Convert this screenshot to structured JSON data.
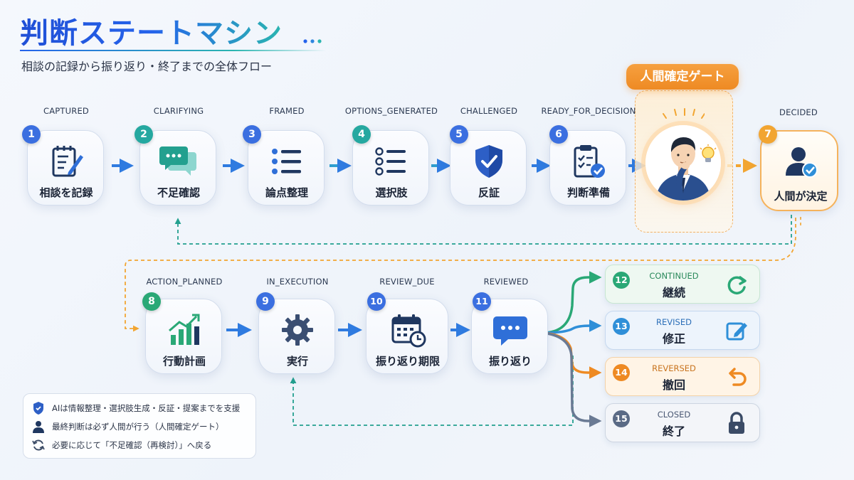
{
  "header": {
    "title": "判断ステートマシン",
    "subtitle": "相談の記録から振り返り・終了までの全体フロー"
  },
  "gate": {
    "title": "人間確定ゲート"
  },
  "states": [
    {
      "num": "1",
      "state": "CAPTURED",
      "label": "相談を記録",
      "icon": "notepad-pen-icon",
      "color": "#3b6fe0"
    },
    {
      "num": "2",
      "state": "CLARIFYING",
      "label": "不足確認",
      "icon": "chat-bubbles-icon",
      "color": "#25a8a0"
    },
    {
      "num": "3",
      "state": "FRAMED",
      "label": "論点整理",
      "icon": "bullet-list-icon",
      "color": "#3b6fe0"
    },
    {
      "num": "4",
      "state": "OPTIONS_GENERATED",
      "label": "選択肢",
      "icon": "options-list-icon",
      "color": "#25a8a0"
    },
    {
      "num": "5",
      "state": "CHALLENGED",
      "label": "反証",
      "icon": "shield-check-icon",
      "color": "#3b6fe0"
    },
    {
      "num": "6",
      "state": "READY_FOR_DECISION",
      "label": "判断準備",
      "icon": "clipboard-check-icon",
      "color": "#3b6fe0"
    },
    {
      "num": "7",
      "state": "DECIDED",
      "label": "人間が決定",
      "icon": "person-check-icon",
      "color": "#f2a531"
    },
    {
      "num": "8",
      "state": "ACTION_PLANNED",
      "label": "行動計画",
      "icon": "growth-chart-icon",
      "color": "#2aa876"
    },
    {
      "num": "9",
      "state": "IN_EXECUTION",
      "label": "実行",
      "icon": "gear-icon",
      "color": "#3b6fe0"
    },
    {
      "num": "10",
      "state": "REVIEW_DUE",
      "label": "振り返り期限",
      "icon": "calendar-clock-icon",
      "color": "#3b6fe0"
    },
    {
      "num": "11",
      "state": "REVIEWED",
      "label": "振り返り",
      "icon": "chat-dots-icon",
      "color": "#3b6fe0"
    }
  ],
  "outcomes": [
    {
      "num": "12",
      "state": "CONTINUED",
      "label": "継続",
      "icon": "refresh-icon",
      "color": "#2aa876",
      "bg": "#eef8f1",
      "state_color": "#2b8a5c"
    },
    {
      "num": "13",
      "state": "REVISED",
      "label": "修正",
      "icon": "edit-icon",
      "color": "#2f8fd8",
      "bg": "#edf4fc",
      "state_color": "#2c6fb8"
    },
    {
      "num": "14",
      "state": "REVERSED",
      "label": "撤回",
      "icon": "undo-icon",
      "color": "#ee8a23",
      "bg": "#fff4e6",
      "state_color": "#c8731e"
    },
    {
      "num": "15",
      "state": "CLOSED",
      "label": "終了",
      "icon": "lock-icon",
      "color": "#5a6a85",
      "bg": "#f3f5f9",
      "state_color": "#4a5873"
    }
  ],
  "legend": [
    {
      "icon": "shield-icon",
      "text": "AIは情報整理・選択肢生成・反証・提案までを支援"
    },
    {
      "icon": "person-icon",
      "text": "最終判断は必ず人間が行う（人間確定ゲート）"
    },
    {
      "icon": "cycle-icon",
      "text": "必要に応じて「不足確認（再検討）」へ戻る"
    }
  ],
  "colors": {
    "primary": "#2563eb",
    "teal": "#25a8a0",
    "accent": "#ee8a23",
    "gray": "#5a6a85"
  }
}
